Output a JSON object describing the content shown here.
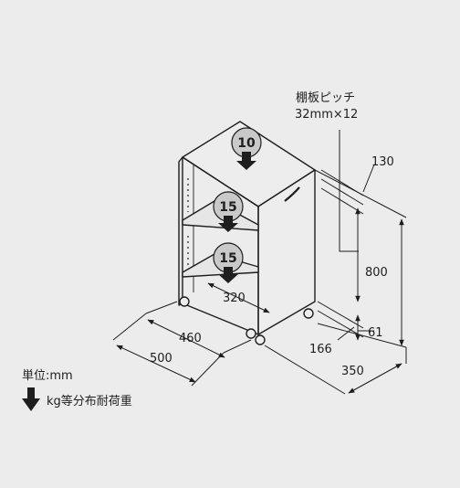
{
  "shelf_pitch": {
    "line1": "棚板ピッチ",
    "line2": "32mm×12"
  },
  "loads": [
    "10",
    "15",
    "15"
  ],
  "dimensions": {
    "top_gap": "130",
    "height": "800",
    "bottom_gap": "61",
    "caster": "166",
    "shelf_depth": "320",
    "inner_depth": "460",
    "depth": "500",
    "width": "350"
  },
  "legend": {
    "unit": "単位:mm",
    "load": "kg等分布耐荷重"
  },
  "colors": {
    "background": "#ececec",
    "line": "#1e1e1e",
    "badge_fill": "#c9c9c9"
  }
}
